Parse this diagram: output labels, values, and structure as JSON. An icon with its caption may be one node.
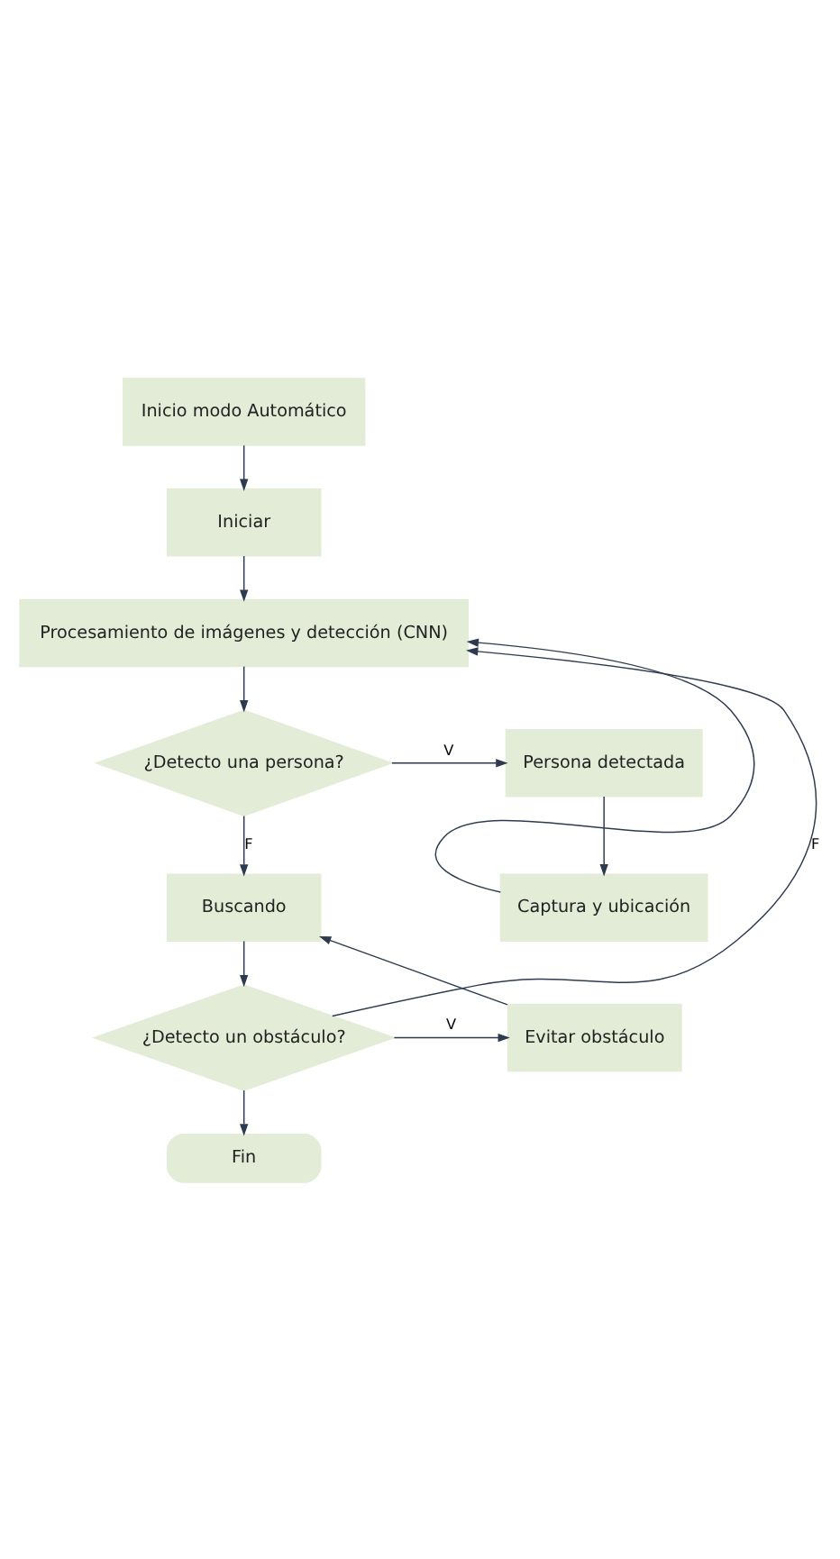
{
  "diagram": {
    "nodes": [
      {
        "text": [
          "Inicio modo Automático"
        ]
      },
      {
        "text": [
          "Iniciar"
        ]
      },
      {
        "text": [
          "Procesamiento de imágenes y detección (CNN)"
        ]
      },
      {
        "text": [
          "¿Detecto una persona?"
        ]
      },
      {
        "text": [
          "Persona detectada"
        ]
      },
      {
        "text": [
          "Captura y ubicación"
        ]
      },
      {
        "text": [
          "Buscando"
        ]
      },
      {
        "text": [
          "¿Detecto un obstáculo?"
        ]
      },
      {
        "text": [
          "Evitar obstáculo"
        ]
      },
      {
        "text": [
          "Fin"
        ]
      }
    ],
    "edges": [
      {
        "from": 0,
        "to": 1,
        "arrow": "to"
      },
      {
        "from": 1,
        "to": 2,
        "arrow": "to"
      },
      {
        "from": 2,
        "to": 3,
        "arrow": "to"
      },
      {
        "from": 3,
        "to": 4,
        "arrow": "to",
        "label": "V"
      },
      {
        "from": 4,
        "to": 5,
        "arrow": "to"
      },
      {
        "from": 5,
        "to": 2,
        "arrow": "to"
      },
      {
        "from": 3,
        "to": 6,
        "arrow": "to",
        "label": "F"
      },
      {
        "from": 6,
        "to": 7,
        "arrow": "to"
      },
      {
        "from": 7,
        "to": 8,
        "arrow": "to",
        "label": "V"
      },
      {
        "from": 8,
        "to": 6,
        "arrow": "to"
      },
      {
        "from": 7,
        "to": 2,
        "arrow": "to",
        "label": "F"
      },
      {
        "from": 7,
        "to": 9,
        "arrow": "to"
      }
    ]
  }
}
